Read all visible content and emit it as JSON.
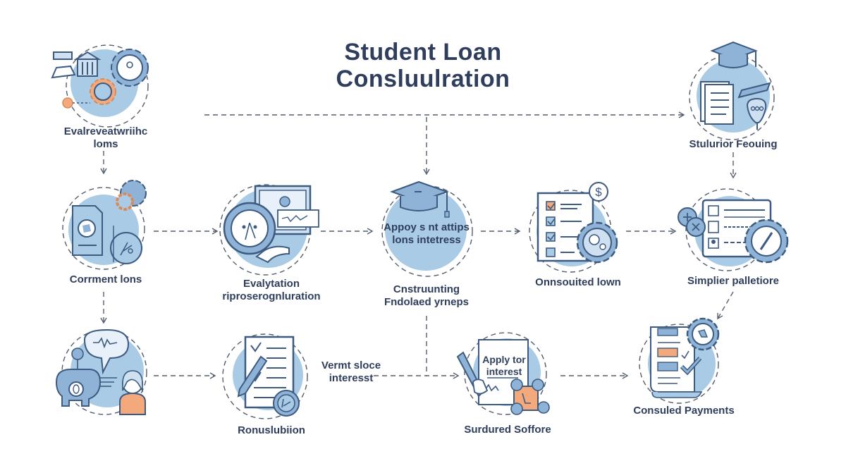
{
  "diagram": {
    "title_line1": "Student Loan",
    "title_line2": "Consluulration",
    "colors": {
      "navy": "#2f3e5c",
      "icon_stroke": "#3d5a80",
      "circle_fill": "#a9cbe6",
      "icon_fill": "#8fb3d6",
      "accent_orange": "#f4a97c",
      "dash": "#555e6e"
    },
    "nodes": [
      {
        "id": "n1",
        "label_line1": "Evalreveatwriihc",
        "label_line2": "loms",
        "icon": "bank-gear-icon"
      },
      {
        "id": "n2",
        "label_line1": "Stulurior Feouing",
        "icon": "graduation-documents-icon"
      },
      {
        "id": "n3",
        "label_line1": "Corrment lons",
        "icon": "document-gear-icon"
      },
      {
        "id": "n4",
        "label_line1": "Evalytation",
        "label_line2": "riproserognluration",
        "icon": "gauge-monitor-icon"
      },
      {
        "id": "n5",
        "inner_line1": "Appoy s nt attips",
        "inner_line2": "lons intetress",
        "label_line1": "Cnstruunting",
        "label_line2": "Fndolaed yrneps",
        "icon": "graduation-cap-icon"
      },
      {
        "id": "n6",
        "label_line1": "Onnsouited lown",
        "icon": "checklist-dollar-gear-icon"
      },
      {
        "id": "n7",
        "label_line1": "Simplier palletiore",
        "icon": "profile-form-gear-icon"
      },
      {
        "id": "n8",
        "icon": "piggy-bank-person-icon"
      },
      {
        "id": "n9",
        "label_line1": "Ronuslubiion",
        "icon": "checklist-pencil-icon"
      },
      {
        "id": "n10",
        "inner_line1": "Apply tor",
        "inner_line2": "interest",
        "label_line1": "Surdured Soffore",
        "icon": "signed-document-icon"
      },
      {
        "id": "n11",
        "label_line1": "Consuled Payments",
        "icon": "payment-document-gear-icon"
      }
    ],
    "floating_labels": [
      {
        "id": "f1",
        "line1": "Vermt sloce",
        "line2": "interesst"
      }
    ]
  }
}
